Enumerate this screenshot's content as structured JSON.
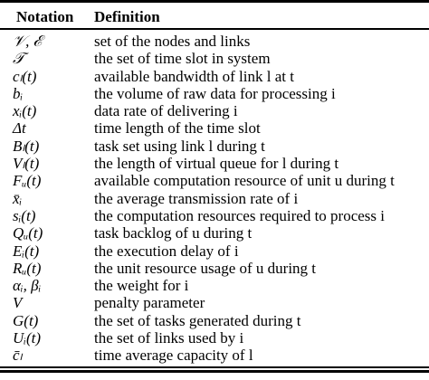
{
  "table": {
    "headers": {
      "notation": "Notation",
      "definition": "Definition"
    },
    "rows": [
      {
        "notation": "𝒱, ℰ",
        "definition": "set of the nodes and links"
      },
      {
        "notation": "𝒯",
        "definition": "the set of time slot in system"
      },
      {
        "notation": "cₗ(t)",
        "definition": "available bandwidth of link l at t"
      },
      {
        "notation": "bᵢ",
        "definition": "the volume of raw data for processing i"
      },
      {
        "notation": "xᵢ(t)",
        "definition": "data rate of delivering i"
      },
      {
        "notation": "Δt",
        "definition": "time length of the time slot"
      },
      {
        "notation": "Bₗ(t)",
        "definition": "task set using link l during t"
      },
      {
        "notation": "Vₗ(t)",
        "definition": "the length of virtual queue for l during t"
      },
      {
        "notation": "Fᵤ(t)",
        "definition": "available computation resource of unit u during t"
      },
      {
        "notation": "x̄ᵢ",
        "definition": "the average transmission rate of i"
      },
      {
        "notation": "sᵢ(t)",
        "definition": "the computation resources required to process i"
      },
      {
        "notation": "Qᵤ(t)",
        "definition": "task backlog of u during t"
      },
      {
        "notation": "Eᵢ(t)",
        "definition": "the execution delay of i"
      },
      {
        "notation": "Rᵤ(t)",
        "definition": "the unit resource usage of u during t"
      },
      {
        "notation": "αᵢ, βᵢ",
        "definition": "the weight for i"
      },
      {
        "notation": "V",
        "definition": "penalty parameter"
      },
      {
        "notation": "G(t)",
        "definition": "the set of tasks generated during t"
      },
      {
        "notation": "Uᵢ(t)",
        "definition": "the set of links used by i"
      },
      {
        "notation": "c̄ₗ",
        "definition": "time average capacity of l"
      }
    ]
  }
}
